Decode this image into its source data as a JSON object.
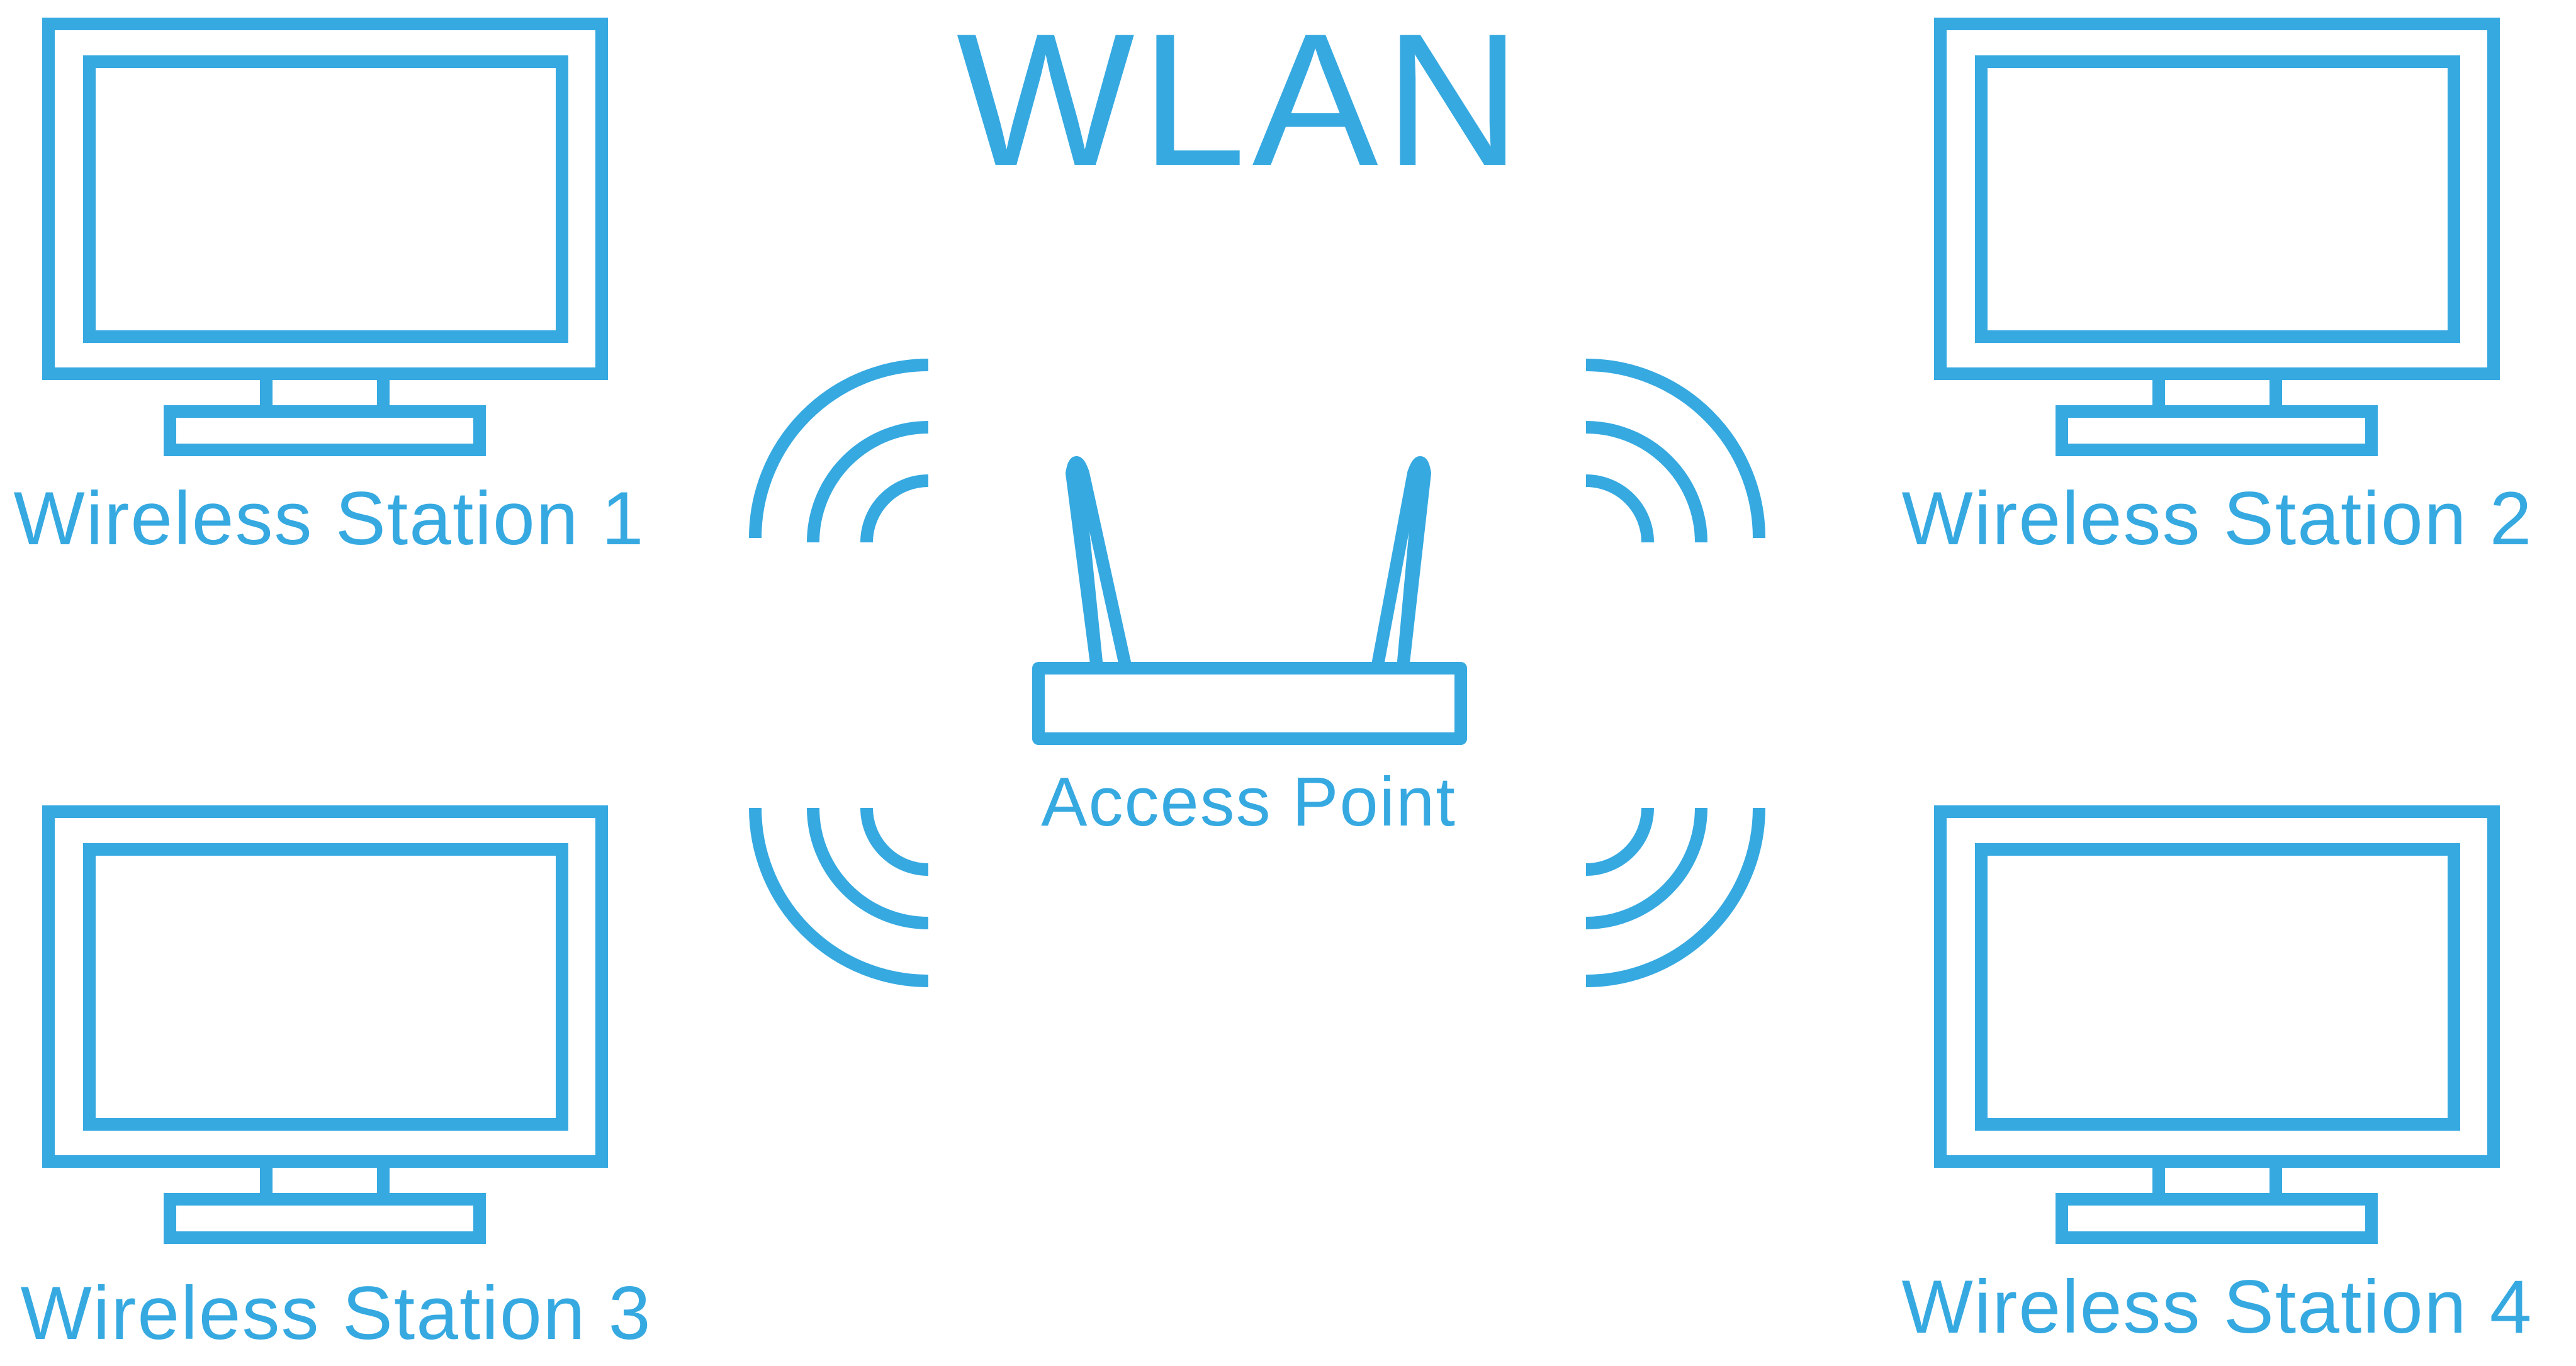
{
  "title": "WLAN",
  "access_point": {
    "label": "Access Point",
    "icon": "router-icon"
  },
  "stations": [
    {
      "id": "1",
      "label": "Wireless Station 1",
      "icon": "monitor-icon"
    },
    {
      "id": "2",
      "label": "Wireless Station 2",
      "icon": "monitor-icon"
    },
    {
      "id": "3",
      "label": "Wireless Station 3",
      "icon": "monitor-icon"
    },
    {
      "id": "4",
      "label": "Wireless Station 4",
      "icon": "monitor-icon"
    }
  ],
  "signal_icon": "wifi-signal-icon",
  "colors": {
    "primary": "#36A9E1",
    "background": "#FFFFFF"
  }
}
